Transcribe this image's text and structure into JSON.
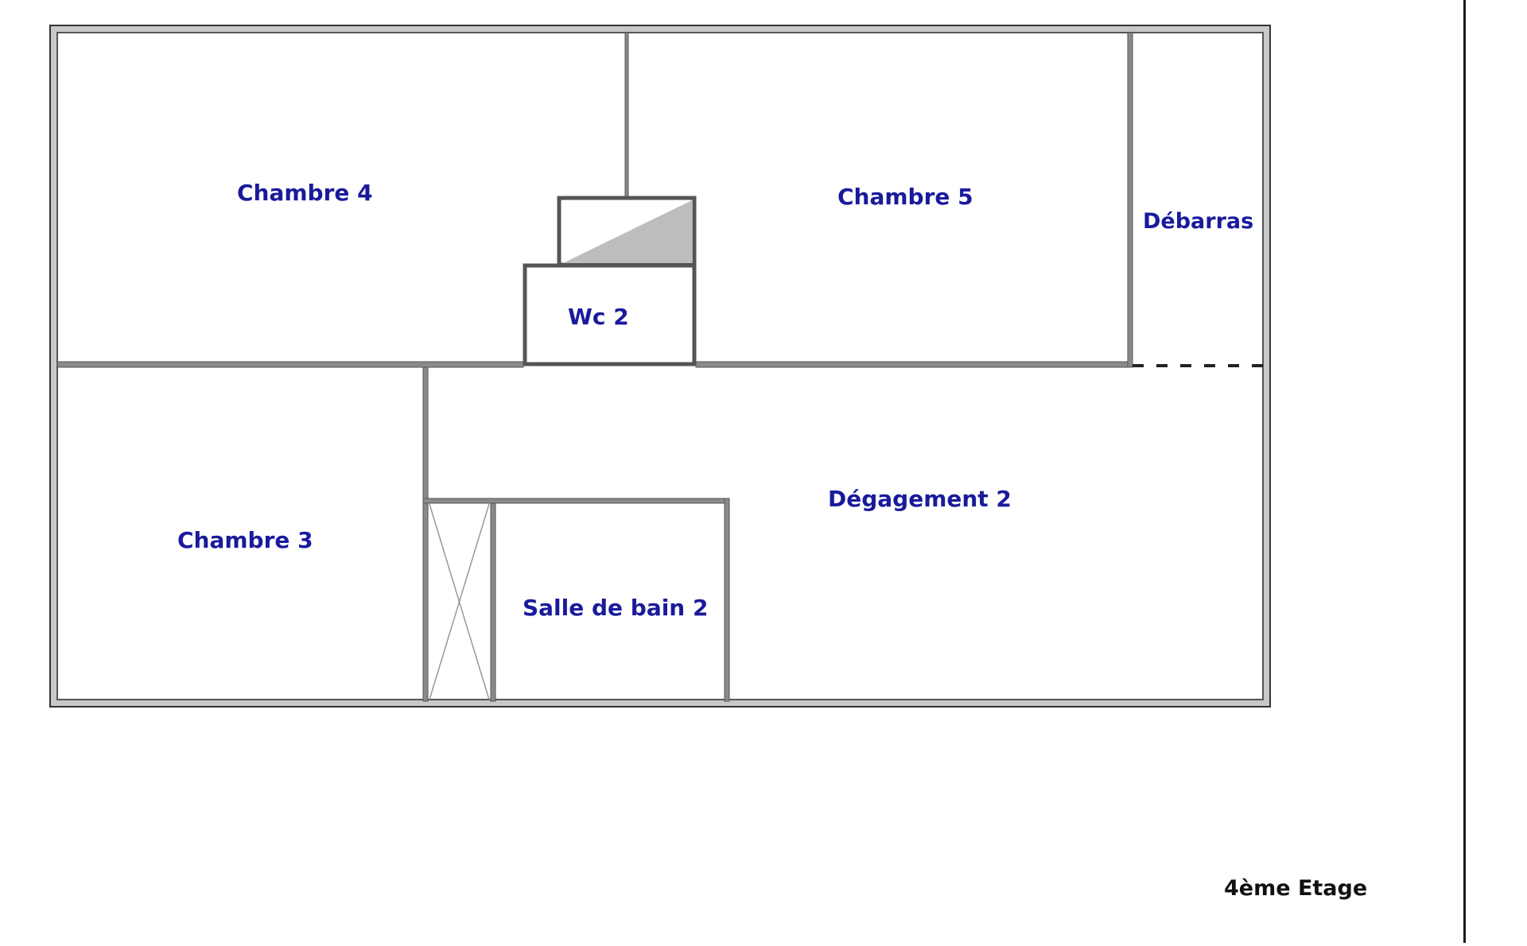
{
  "plan": {
    "floor_label": "4ème Etage",
    "colors": {
      "wall_outer": "#3a3a3a",
      "wall_fill": "#c8c8c8",
      "wall_inner": "#555555",
      "label_text": "#1a1a9c",
      "stair_fill": "#bdbdbd"
    },
    "rooms": [
      {
        "name": "Chambre 4"
      },
      {
        "name": "Chambre 5"
      },
      {
        "name": "Débarras"
      },
      {
        "name": "Wc 2"
      },
      {
        "name": "Chambre 3"
      },
      {
        "name": "Dégagement 2"
      },
      {
        "name": "Salle de bain 2"
      }
    ]
  }
}
